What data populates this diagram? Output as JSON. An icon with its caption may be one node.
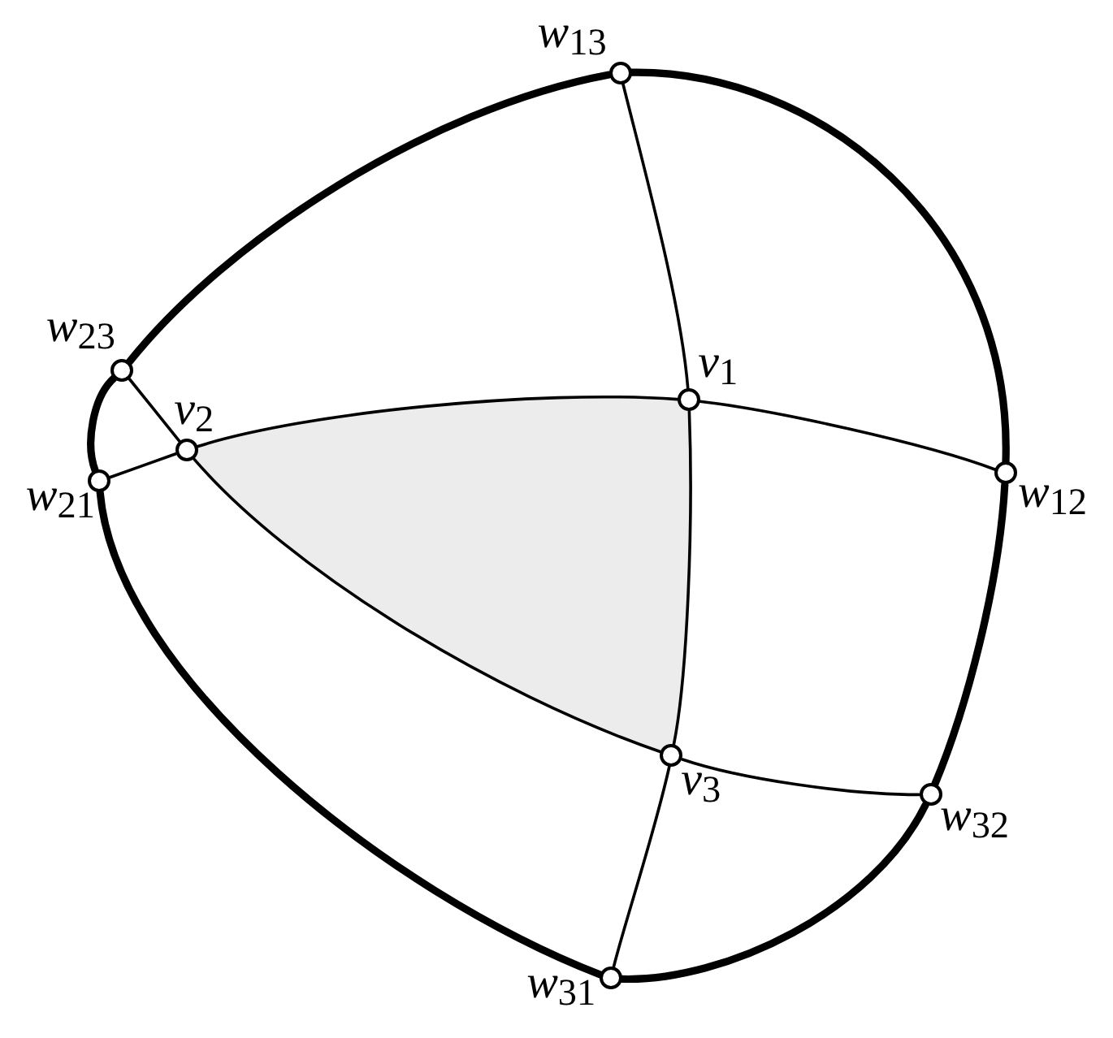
{
  "diagram": {
    "nodes": [
      {
        "text": [],
        "shape": "circle",
        "beside": [
          "*w*$_{13}$"
        ]
      },
      {
        "text": [],
        "shape": "circle",
        "beside": [
          "*w*$_{23}$"
        ]
      },
      {
        "text": [],
        "shape": "circle",
        "beside": [
          "*v*$_{1}$"
        ]
      },
      {
        "text": [],
        "shape": "circle",
        "beside": [
          "*v*$_{2}$"
        ]
      },
      {
        "text": [],
        "shape": "circle",
        "beside": [
          "*w*$_{12}$"
        ]
      },
      {
        "text": [],
        "shape": "circle",
        "beside": [
          "*w*$_{21}$"
        ]
      },
      {
        "text": [],
        "shape": "circle",
        "beside": [
          "*v*$_{3}$"
        ]
      },
      {
        "text": [],
        "shape": "circle",
        "beside": [
          "*w*$_{32}$"
        ]
      },
      {
        "text": [],
        "shape": "circle",
        "beside": [
          "*w*$_{31}$"
        ]
      }
    ],
    "edges": [
      {
        "from": 0,
        "to": 4,
        "arrow": "none",
        "style": "thick"
      },
      {
        "from": 4,
        "to": 7,
        "arrow": "none",
        "style": "thick"
      },
      {
        "from": 7,
        "to": 8,
        "arrow": "none",
        "style": "thick"
      },
      {
        "from": 8,
        "to": 5,
        "arrow": "none",
        "style": "thick"
      },
      {
        "from": 5,
        "to": 1,
        "arrow": "none",
        "style": "thick"
      },
      {
        "from": 1,
        "to": 0,
        "arrow": "none",
        "style": "thick"
      },
      {
        "from": 0,
        "to": 2,
        "arrow": "none"
      },
      {
        "from": 1,
        "to": 3,
        "arrow": "none"
      },
      {
        "from": 3,
        "to": 2,
        "arrow": "none"
      },
      {
        "from": 2,
        "to": 4,
        "arrow": "none"
      },
      {
        "from": 3,
        "to": 5,
        "arrow": "none"
      },
      {
        "from": 3,
        "to": 6,
        "arrow": "none"
      },
      {
        "from": 2,
        "to": 6,
        "arrow": "none"
      },
      {
        "from": 6,
        "to": 7,
        "arrow": "none"
      },
      {
        "from": 6,
        "to": 8,
        "arrow": "none"
      }
    ]
  }
}
